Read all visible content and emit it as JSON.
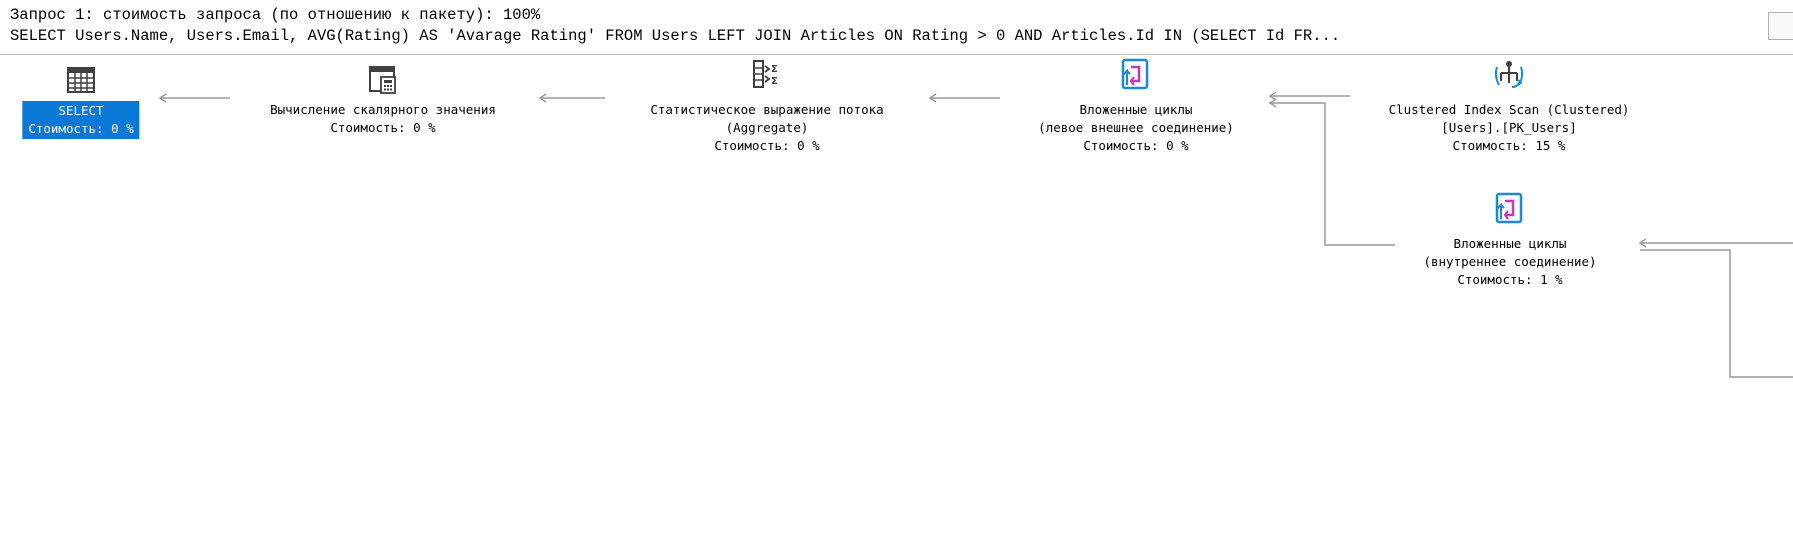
{
  "header": {
    "title": "Запрос 1: стоимость запроса (по отношению к пакету): 100%",
    "sql": "SELECT Users.Name, Users.Email, AVG(Rating) AS 'Avarage Rating' FROM Users LEFT JOIN Articles ON Rating > 0 AND Articles.Id IN (SELECT Id FR..."
  },
  "plan": {
    "nodes": [
      {
        "id": "select",
        "icon": "select-icon",
        "lines": [
          "SELECT",
          "Стоимость: 0 %"
        ],
        "selected": true
      },
      {
        "id": "compute-scalar",
        "icon": "compute-scalar-icon",
        "lines": [
          "Вычисление скалярного значения",
          "Стоимость: 0 %"
        ]
      },
      {
        "id": "stream-aggregate",
        "icon": "stream-aggregate-icon",
        "lines": [
          "Статистическое выражение потока",
          "(Aggregate)",
          "Стоимость: 0 %"
        ]
      },
      {
        "id": "nested-loops-left-outer",
        "icon": "nested-loops-icon",
        "lines": [
          "Вложенные циклы",
          "(левое внешнее соединение)",
          "Стоимость: 0 %"
        ]
      },
      {
        "id": "clustered-index-scan",
        "icon": "clustered-index-scan-icon",
        "lines": [
          "Clustered Index Scan (Clustered)",
          "[Users].[PK_Users]",
          "Стоимость: 15 %"
        ]
      },
      {
        "id": "nested-loops-inner",
        "icon": "nested-loops-icon",
        "lines": [
          "Вложенные циклы",
          "(внутреннее соединение)",
          "Стоимость: 1 %"
        ]
      }
    ]
  },
  "colors": {
    "selection": "#0a78d7",
    "icon_blue": "#1e88d2",
    "icon_magenta": "#c43bb8",
    "link": "#9a9a9a"
  }
}
